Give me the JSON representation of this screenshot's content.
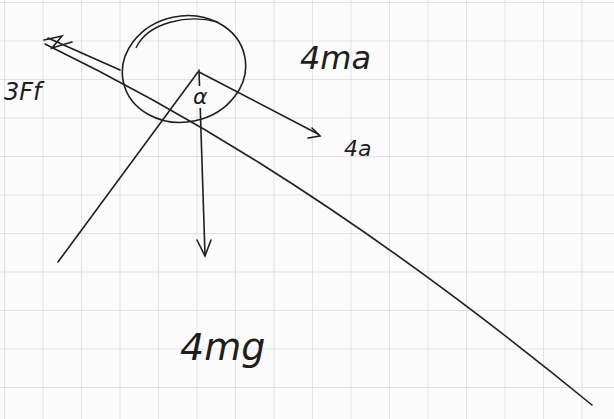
{
  "diagram": {
    "nodes": [
      {
        "text": [
          "α"
        ]
      }
    ],
    "labels": [
      "3Ff",
      "4ma",
      "4a",
      "4mg"
    ]
  }
}
